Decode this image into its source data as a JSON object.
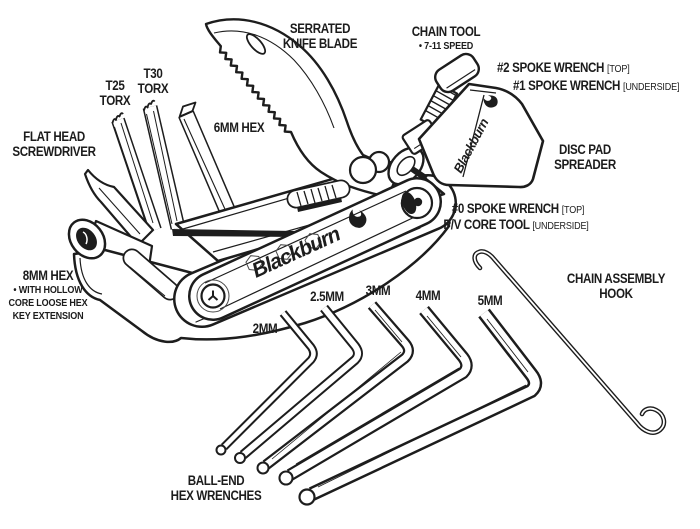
{
  "diagram": {
    "colors": {
      "line": "#1d1d1d",
      "background": "#ffffff"
    },
    "branding": {
      "logo_text": "Blackburn"
    },
    "labels": {
      "serrated_knife": {
        "line1": "SERRATED",
        "line2": "KNIFE BLADE"
      },
      "chain_tool": {
        "title": "CHAIN TOOL",
        "sub": "• 7-11 SPEED"
      },
      "spoke_wrench_2": {
        "main": "#2 SPOKE WRENCH",
        "note": "[TOP]"
      },
      "spoke_wrench_1": {
        "main": "#1 SPOKE WRENCH",
        "note": "[UNDERSIDE]"
      },
      "disc_pad_spreader": {
        "line1": "DISC PAD",
        "line2": "SPREADER"
      },
      "spoke_wrench_0": {
        "main": "#0 SPOKE WRENCH",
        "note": "[TOP]"
      },
      "pv_core_tool": {
        "main": "P/V CORE TOOL",
        "note": "[UNDERSIDE]"
      },
      "chain_assembly_hook": {
        "line1": "CHAIN ASSEMBLY",
        "line2": "HOOK"
      },
      "torx_t30": {
        "line1": "T30",
        "line2": "TORX"
      },
      "torx_t25": {
        "line1": "T25",
        "line2": "TORX"
      },
      "hex_6mm": "6MM HEX",
      "flat_head": {
        "line1": "FLAT HEAD",
        "line2": "SCREWDRIVER"
      },
      "hex_8mm": {
        "title": "8MM HEX",
        "sub1": "• WITH HOLLOW",
        "sub2": "CORE LOOSE HEX",
        "sub3": "KEY EXTENSION"
      },
      "hex_2mm": "2MM",
      "hex_2_5mm": "2.5MM",
      "hex_3mm": "3MM",
      "hex_4mm": "4MM",
      "hex_5mm": "5MM",
      "ball_end": {
        "line1": "BALL-END",
        "line2": "HEX WRENCHES"
      }
    }
  }
}
